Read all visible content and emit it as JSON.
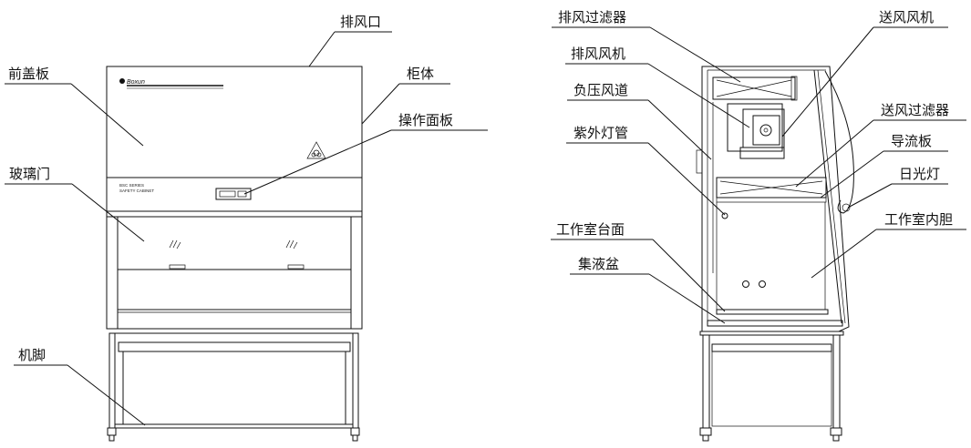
{
  "front_view": {
    "brand": "Boxun",
    "panel_text_line1": "BSC SERIES",
    "panel_text_line2": "SAFETY CABINET",
    "labels": {
      "exhaust_port": "排风口",
      "front_cover": "前盖板",
      "cabinet_body": "柜体",
      "control_panel": "操作面板",
      "glass_door": "玻璃门",
      "stand_legs": "机脚"
    }
  },
  "side_view": {
    "labels": {
      "exhaust_filter": "排风过滤器",
      "exhaust_fan": "排风风机",
      "negative_pressure_duct": "负压风道",
      "uv_lamp": "紫外灯管",
      "work_surface": "工作室台面",
      "drip_tray": "集液盆",
      "supply_fan": "送风风机",
      "supply_filter": "送风过滤器",
      "diffuser_plate": "导流板",
      "fluorescent_lamp": "日光灯",
      "chamber_liner": "工作室内胆"
    }
  }
}
